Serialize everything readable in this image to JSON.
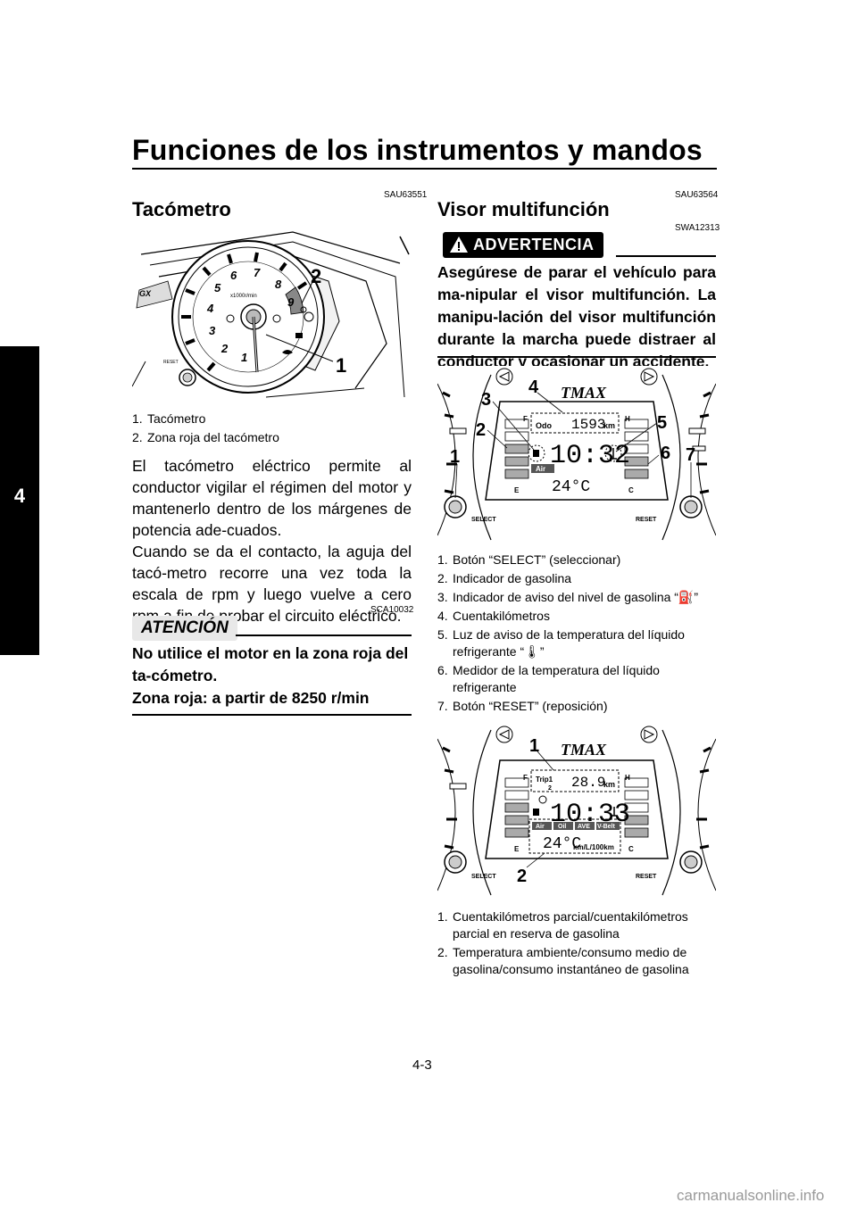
{
  "header": {
    "title": "Funciones de los instrumentos y mandos",
    "tab_number": "4"
  },
  "left": {
    "code1": "SAU63551",
    "heading": "Tacómetro",
    "figure": {
      "callouts": [
        "1",
        "2"
      ],
      "gauge_labels": [
        "1",
        "2",
        "3",
        "4",
        "5",
        "6",
        "7",
        "8",
        "9"
      ],
      "unit": "x1000r/min",
      "reset": "RESET"
    },
    "captions": [
      {
        "n": "1.",
        "text": "Tacómetro"
      },
      {
        "n": "2.",
        "text": "Zona roja del tacómetro"
      }
    ],
    "para1": "El tacómetro eléctrico permite al conductor vigilar el régimen del motor y mantenerlo dentro de los márgenes de potencia ade-cuados.",
    "para2": "Cuando se da el contacto, la aguja del tacó-metro recorre una vez toda la escala de rpm y luego vuelve a cero rpm a fin de probar el circuito eléctrico.",
    "code2": "SCA10032",
    "attention_label": "ATENCIÓN",
    "attention_text1": "No utilice el motor en la zona roja del ta-cómetro.",
    "attention_text2": "Zona roja: a partir de 8250 r/min"
  },
  "right": {
    "code1": "SAU63564",
    "heading": "Visor multifunción",
    "code2": "SWA12313",
    "warning_label": "ADVERTENCIA",
    "warning_text": "Asegúrese de parar el vehículo para ma-nipular el visor multifunción. La manipu-lación del visor multifunción durante la marcha puede distraer al conductor y ocasionar un accidente.",
    "figure1": {
      "callouts": [
        "1",
        "2",
        "3",
        "4",
        "5",
        "6",
        "7"
      ],
      "brand": "TMAX",
      "odo_label": "Odo",
      "odo_value": "1593",
      "odo_unit": "km",
      "clock": "10:32",
      "temp": "24°C",
      "air": "Air",
      "f": "F",
      "h": "H",
      "e": "E",
      "c": "C",
      "select": "SELECT",
      "reset": "RESET"
    },
    "captions1": [
      {
        "n": "1.",
        "text": "Botón “SELECT” (seleccionar)"
      },
      {
        "n": "2.",
        "text": "Indicador de gasolina"
      },
      {
        "n": "3.",
        "text": "Indicador de aviso del nivel de gasolina “⛽”"
      },
      {
        "n": "4.",
        "text": "Cuentakilómetros"
      },
      {
        "n": "5.",
        "text": "Luz de aviso de la temperatura del líquido refrigerante “🌡”"
      },
      {
        "n": "6.",
        "text": "Medidor de la temperatura del líquido refrigerante"
      },
      {
        "n": "7.",
        "text": "Botón “RESET” (reposición)"
      }
    ],
    "figure2": {
      "callouts": [
        "1",
        "2"
      ],
      "brand": "TMAX",
      "trip_label": "Trip1",
      "trip_sub": "2",
      "trip_value": "28.9",
      "trip_unit": "km",
      "clock": "10:33",
      "temp": "24°C",
      "consumption_unit": "km/L/100km",
      "tabs": [
        "Air",
        "Oil",
        "AVE",
        "V-Belt"
      ],
      "f": "F",
      "h": "H",
      "e": "E",
      "c": "C",
      "select": "SELECT",
      "reset": "RESET"
    },
    "captions2": [
      {
        "n": "1.",
        "text": "Cuentakilómetros parcial/cuentakilómetros parcial en reserva de gasolina"
      },
      {
        "n": "2.",
        "text": "Temperatura ambiente/consumo medio de gasolina/consumo instantáneo de gasolina"
      }
    ]
  },
  "footer": {
    "page": "4-3",
    "watermark": "carmanualsonline.info"
  }
}
